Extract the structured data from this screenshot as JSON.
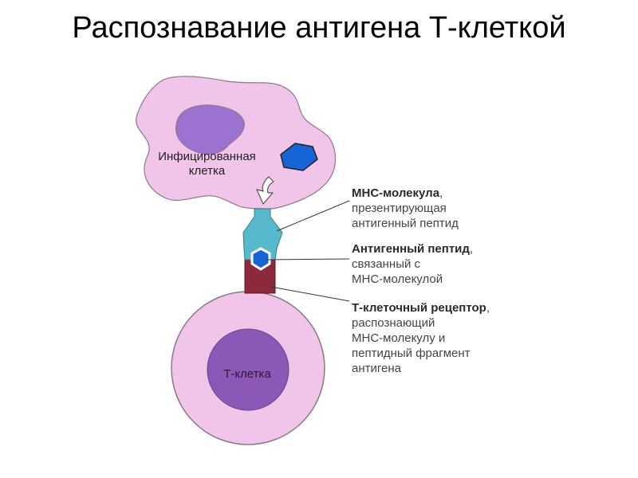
{
  "title": "Распознавание антигена Т-клеткой",
  "infected_cell": {
    "label_line1": "Инфицированная",
    "label_line2": "клетка"
  },
  "t_cell": {
    "label": "Т-клетка"
  },
  "labels": {
    "mhc": {
      "bold": "МНС-молекула",
      "rest1": ",",
      "line2": "презентирующая",
      "line3": "антигенный пептид"
    },
    "peptide": {
      "bold": "Антигенный пептид",
      "rest1": ",",
      "line2": "связанный с",
      "line3": "МНС-молекулой"
    },
    "tcr": {
      "bold": "Т-клеточный рецептор",
      "rest1": ",",
      "line2": "распознающий",
      "line3": "МНС-молекулу и",
      "line4": "пептидный фрагмент",
      "line5": "антигена"
    }
  },
  "colors": {
    "cell_pink": "#f1c4ea",
    "cell_outline": "#8a7a88",
    "nucleus_purple": "#9b72d0",
    "tcell_nucleus": "#8b58b8",
    "antigen_blue": "#1565d8",
    "mhc_cyan": "#58b9cc",
    "tcr_maroon": "#8c2a3c"
  }
}
